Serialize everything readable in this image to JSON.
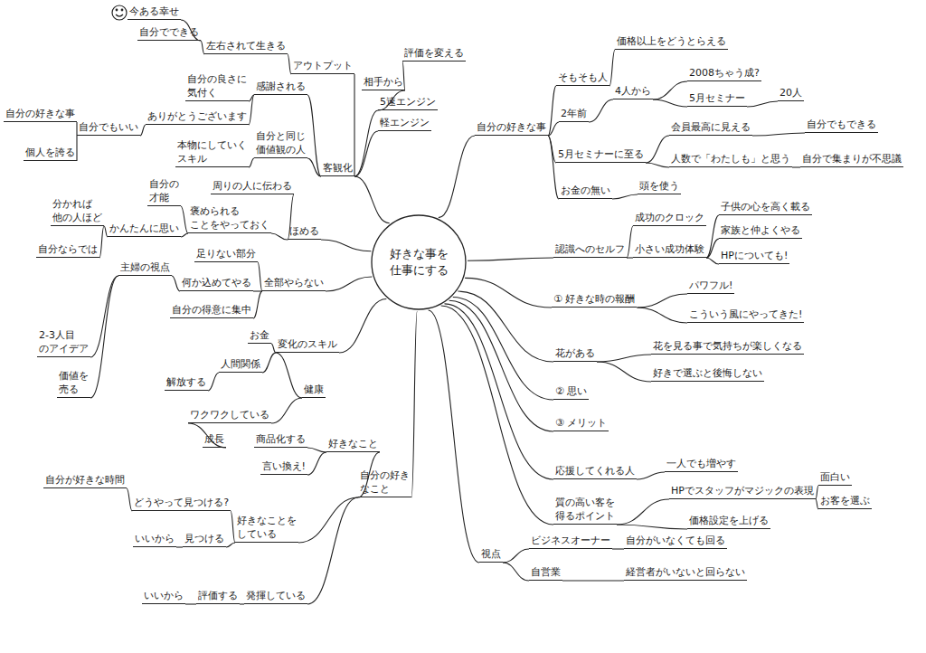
{
  "diagram": {
    "nodes": [
      {
        "text": [
          "好きな事を 仕事にする"
        ]
      },
      {
        "text": [
          "自分の好きな事"
        ]
      },
      {
        "text": [
          "そもそも人"
        ]
      },
      {
        "text": [
          "価格以上をどうとらえる"
        ]
      },
      {
        "text": [
          "2年前"
        ]
      },
      {
        "text": [
          "4人から"
        ]
      },
      {
        "text": [
          "2008ちゃう成?"
        ]
      },
      {
        "text": [
          "5月セミナー"
        ]
      },
      {
        "text": [
          "20人"
        ]
      },
      {
        "text": [
          "5月セミナーに至る"
        ]
      },
      {
        "text": [
          "会員最高に見える"
        ]
      },
      {
        "text": [
          "自分でもできる"
        ]
      },
      {
        "text": [
          "人数で「わたしも」と思う"
        ]
      },
      {
        "text": [
          "自分で集まりが不思議"
        ]
      },
      {
        "text": [
          "お金の無い"
        ]
      },
      {
        "text": [
          "頭を使う"
        ]
      },
      {
        "text": [
          "認識へのセルフ"
        ]
      },
      {
        "text": [
          "成功のクロック"
        ]
      },
      {
        "text": [
          "小さい成功体験"
        ]
      },
      {
        "text": [
          "子供の心を高く載る"
        ]
      },
      {
        "text": [
          "家族と仲よくやる"
        ]
      },
      {
        "text": [
          "HPについても!"
        ]
      },
      {
        "text": [
          "① 好きな時の報酬"
        ]
      },
      {
        "text": [
          "パワフル!"
        ]
      },
      {
        "text": [
          "こういう風にやってきた!"
        ]
      },
      {
        "text": [
          "花がある"
        ]
      },
      {
        "text": [
          "花を見る事で気持ちが楽しくなる"
        ]
      },
      {
        "text": [
          "好きで選ぶと後悔しない"
        ]
      },
      {
        "text": [
          "② 思い"
        ]
      },
      {
        "text": [
          "③ メリット"
        ]
      },
      {
        "text": [
          "応援してくれる人"
        ]
      },
      {
        "text": [
          "一人でも増やす"
        ]
      },
      {
        "text": [
          "質の高い客を 得るポイント"
        ]
      },
      {
        "text": [
          "HPでスタッフがマジックの表現"
        ]
      },
      {
        "text": [
          "面白い"
        ]
      },
      {
        "text": [
          "お客を選ぶ"
        ]
      },
      {
        "text": [
          "価格設定を上げる"
        ]
      },
      {
        "text": [
          "視点"
        ]
      },
      {
        "text": [
          "ビジネスオーナー"
        ]
      },
      {
        "text": [
          "自分がいなくても回る"
        ]
      },
      {
        "text": [
          "自営業"
        ]
      },
      {
        "text": [
          "経営者がいないと回らない"
        ]
      },
      {
        "text": [
          "客観化"
        ]
      },
      {
        "text": [
          "5速エンジン"
        ]
      },
      {
        "text": [
          "軽エンジン"
        ]
      },
      {
        "text": [
          "アウトプット"
        ]
      },
      {
        "text": [
          "相手から"
        ]
      },
      {
        "text": [
          "評価を変える"
        ]
      },
      {
        "text": [
          "左右されて生きる"
        ]
      },
      {
        "text": [
          "自分でできる"
        ]
      },
      {
        "text": [
          "今ある幸せ"
        ]
      },
      {
        "text": [
          "感謝される"
        ]
      },
      {
        "text": [
          "自分の良さに 気付く"
        ]
      },
      {
        "text": [
          "ありがとうございます"
        ]
      },
      {
        "text": [
          "自分でもいい"
        ]
      },
      {
        "text": [
          "自分の好きな事"
        ]
      },
      {
        "text": [
          "個人を誇る"
        ]
      },
      {
        "text": [
          "本物にしていく スキル"
        ]
      },
      {
        "text": [
          "自分と同じ 価値観の人"
        ]
      },
      {
        "text": [
          "ほめる"
        ]
      },
      {
        "text": [
          "周りの人に伝わる"
        ]
      },
      {
        "text": [
          "褒められる ことをやっておく"
        ]
      },
      {
        "text": [
          "自分の 才能"
        ]
      },
      {
        "text": [
          "かんたんに思い"
        ]
      },
      {
        "text": [
          "分かれば 他の人ほど"
        ]
      },
      {
        "text": [
          "自分ならでは"
        ]
      },
      {
        "text": [
          "全部やらない"
        ]
      },
      {
        "text": [
          "足りない部分"
        ]
      },
      {
        "text": [
          "何か込めてやる"
        ]
      },
      {
        "text": [
          "自分の得意に集中"
        ]
      },
      {
        "text": [
          "主婦の視点"
        ]
      },
      {
        "text": [
          "2-3人目 のアイデア"
        ]
      },
      {
        "text": [
          "価値を 売る"
        ]
      },
      {
        "text": [
          "変化のスキル"
        ]
      },
      {
        "text": [
          "お金"
        ]
      },
      {
        "text": [
          "人間関係"
        ]
      },
      {
        "text": [
          "解放する"
        ]
      },
      {
        "text": [
          "健康"
        ]
      },
      {
        "text": [
          "ワクワクしている"
        ]
      },
      {
        "text": [
          "成長"
        ]
      },
      {
        "text": [
          "好きなこと"
        ]
      },
      {
        "text": [
          "自分の好き なこと"
        ]
      },
      {
        "text": [
          "商品化する"
        ]
      },
      {
        "text": [
          "言い換え!"
        ]
      },
      {
        "text": [
          "好きなことを している"
        ]
      },
      {
        "text": [
          "見つける"
        ]
      },
      {
        "text": [
          "どうやって見つける?"
        ]
      },
      {
        "text": [
          "自分が好きな時間"
        ]
      },
      {
        "text": [
          "いいから"
        ]
      },
      {
        "text": [
          "発揮している"
        ]
      },
      {
        "text": [
          "評価する"
        ]
      },
      {
        "text": [
          "いいから"
        ]
      }
    ],
    "edges": [
      {
        "from": 0,
        "to": 1,
        "arrow": "none"
      },
      {
        "from": 1,
        "to": 2,
        "arrow": "none"
      },
      {
        "from": 2,
        "to": 3,
        "arrow": "none"
      },
      {
        "from": 1,
        "to": 4,
        "arrow": "none"
      },
      {
        "from": 4,
        "to": 5,
        "arrow": "none"
      },
      {
        "from": 5,
        "to": 6,
        "arrow": "none"
      },
      {
        "from": 5,
        "to": 7,
        "arrow": "none"
      },
      {
        "from": 7,
        "to": 8,
        "arrow": "none"
      },
      {
        "from": 1,
        "to": 9,
        "arrow": "none"
      },
      {
        "from": 9,
        "to": 10,
        "arrow": "none"
      },
      {
        "from": 10,
        "to": 11,
        "arrow": "none"
      },
      {
        "from": 9,
        "to": 12,
        "arrow": "none"
      },
      {
        "from": 12,
        "to": 13,
        "arrow": "none"
      },
      {
        "from": 1,
        "to": 14,
        "arrow": "none"
      },
      {
        "from": 14,
        "to": 15,
        "arrow": "none"
      },
      {
        "from": 0,
        "to": 16,
        "arrow": "none"
      },
      {
        "from": 16,
        "to": 17,
        "arrow": "none"
      },
      {
        "from": 16,
        "to": 18,
        "arrow": "none"
      },
      {
        "from": 18,
        "to": 19,
        "arrow": "none"
      },
      {
        "from": 18,
        "to": 20,
        "arrow": "none"
      },
      {
        "from": 18,
        "to": 21,
        "arrow": "none"
      },
      {
        "from": 0,
        "to": 22,
        "arrow": "none"
      },
      {
        "from": 22,
        "to": 23,
        "arrow": "none"
      },
      {
        "from": 22,
        "to": 24,
        "arrow": "none"
      },
      {
        "from": 0,
        "to": 25,
        "arrow": "none"
      },
      {
        "from": 25,
        "to": 26,
        "arrow": "none"
      },
      {
        "from": 25,
        "to": 27,
        "arrow": "none"
      },
      {
        "from": 0,
        "to": 28,
        "arrow": "none"
      },
      {
        "from": 0,
        "to": 29,
        "arrow": "none"
      },
      {
        "from": 0,
        "to": 30,
        "arrow": "none"
      },
      {
        "from": 30,
        "to": 31,
        "arrow": "none"
      },
      {
        "from": 0,
        "to": 32,
        "arrow": "none"
      },
      {
        "from": 32,
        "to": 33,
        "arrow": "none"
      },
      {
        "from": 33,
        "to": 34,
        "arrow": "none"
      },
      {
        "from": 33,
        "to": 35,
        "arrow": "none"
      },
      {
        "from": 32,
        "to": 36,
        "arrow": "none"
      },
      {
        "from": 0,
        "to": 37,
        "arrow": "none"
      },
      {
        "from": 37,
        "to": 38,
        "arrow": "none"
      },
      {
        "from": 38,
        "to": 39,
        "arrow": "none"
      },
      {
        "from": 37,
        "to": 40,
        "arrow": "none"
      },
      {
        "from": 40,
        "to": 41,
        "arrow": "none"
      },
      {
        "from": 0,
        "to": 42,
        "arrow": "none"
      },
      {
        "from": 42,
        "to": 43,
        "arrow": "none"
      },
      {
        "from": 42,
        "to": 44,
        "arrow": "none"
      },
      {
        "from": 42,
        "to": 45,
        "arrow": "none"
      },
      {
        "from": 43,
        "to": 46,
        "arrow": "none"
      },
      {
        "from": 46,
        "to": 47,
        "arrow": "none"
      },
      {
        "from": 45,
        "to": 48,
        "arrow": "none"
      },
      {
        "from": 48,
        "to": 49,
        "arrow": "none"
      },
      {
        "from": 49,
        "to": 50,
        "arrow": "none"
      },
      {
        "from": 42,
        "to": 51,
        "arrow": "none"
      },
      {
        "from": 51,
        "to": 52,
        "arrow": "none"
      },
      {
        "from": 51,
        "to": 53,
        "arrow": "none"
      },
      {
        "from": 53,
        "to": 54,
        "arrow": "none"
      },
      {
        "from": 54,
        "to": 55,
        "arrow": "none"
      },
      {
        "from": 54,
        "to": 56,
        "arrow": "none"
      },
      {
        "from": 42,
        "to": 58,
        "arrow": "none"
      },
      {
        "from": 58,
        "to": 57,
        "arrow": "none"
      },
      {
        "from": 0,
        "to": 59,
        "arrow": "none"
      },
      {
        "from": 59,
        "to": 60,
        "arrow": "none"
      },
      {
        "from": 59,
        "to": 61,
        "arrow": "none"
      },
      {
        "from": 61,
        "to": 62,
        "arrow": "none"
      },
      {
        "from": 61,
        "to": 63,
        "arrow": "none"
      },
      {
        "from": 63,
        "to": 64,
        "arrow": "none"
      },
      {
        "from": 64,
        "to": 65,
        "arrow": "none"
      },
      {
        "from": 0,
        "to": 66,
        "arrow": "none"
      },
      {
        "from": 66,
        "to": 67,
        "arrow": "none"
      },
      {
        "from": 66,
        "to": 68,
        "arrow": "none"
      },
      {
        "from": 66,
        "to": 69,
        "arrow": "none"
      },
      {
        "from": 68,
        "to": 70,
        "arrow": "none"
      },
      {
        "from": 70,
        "to": 71,
        "arrow": "none"
      },
      {
        "from": 70,
        "to": 72,
        "arrow": "none"
      },
      {
        "from": 0,
        "to": 73,
        "arrow": "none"
      },
      {
        "from": 73,
        "to": 74,
        "arrow": "none"
      },
      {
        "from": 73,
        "to": 75,
        "arrow": "none"
      },
      {
        "from": 75,
        "to": 76,
        "arrow": "none"
      },
      {
        "from": 73,
        "to": 77,
        "arrow": "none"
      },
      {
        "from": 77,
        "to": 78,
        "arrow": "none"
      },
      {
        "from": 78,
        "to": 79,
        "arrow": "none"
      },
      {
        "from": 0,
        "to": 81,
        "arrow": "none"
      },
      {
        "from": 81,
        "to": 80,
        "arrow": "none"
      },
      {
        "from": 80,
        "to": 82,
        "arrow": "none"
      },
      {
        "from": 80,
        "to": 83,
        "arrow": "none"
      },
      {
        "from": 81,
        "to": 84,
        "arrow": "none"
      },
      {
        "from": 84,
        "to": 85,
        "arrow": "none"
      },
      {
        "from": 84,
        "to": 86,
        "arrow": "none"
      },
      {
        "from": 86,
        "to": 87,
        "arrow": "none"
      },
      {
        "from": 85,
        "to": 88,
        "arrow": "none"
      },
      {
        "from": 81,
        "to": 89,
        "arrow": "none"
      },
      {
        "from": 89,
        "to": 90,
        "arrow": "none"
      },
      {
        "from": 90,
        "to": 91,
        "arrow": "none"
      }
    ]
  }
}
